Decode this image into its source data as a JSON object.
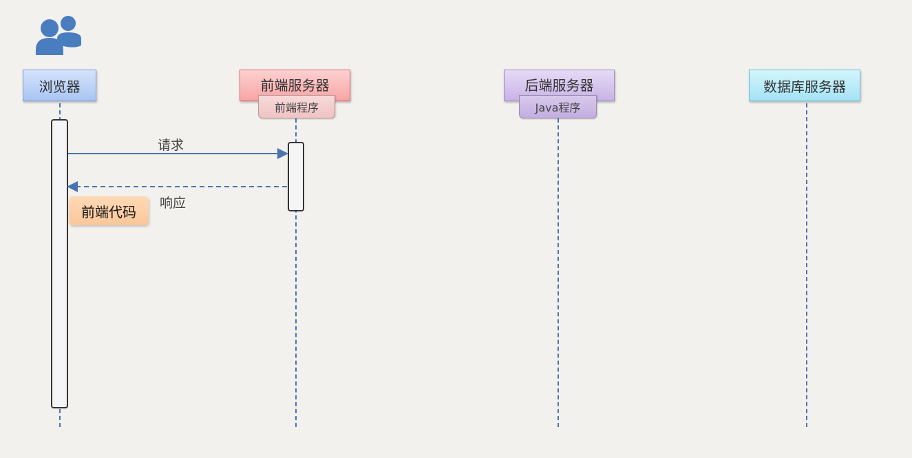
{
  "users_icon": "users-icon",
  "lifelines": [
    {
      "key": "browser",
      "label": "浏览器",
      "color": "#bcd3f7"
    },
    {
      "key": "frontend_server",
      "label": "前端服务器",
      "color": "#fbb8b8",
      "tag": "前端程序"
    },
    {
      "key": "backend_server",
      "label": "后端服务器",
      "color": "#d6c5ec",
      "tag": "Java程序"
    },
    {
      "key": "database_server",
      "label": "数据库服务器",
      "color": "#b9ecf8"
    }
  ],
  "messages": [
    {
      "from": "浏览器",
      "to": "前端服务器",
      "label": "请求",
      "style": "solid"
    },
    {
      "from": "前端服务器",
      "to": "浏览器",
      "label": "响应",
      "style": "dashed"
    }
  ],
  "note": "前端代码"
}
